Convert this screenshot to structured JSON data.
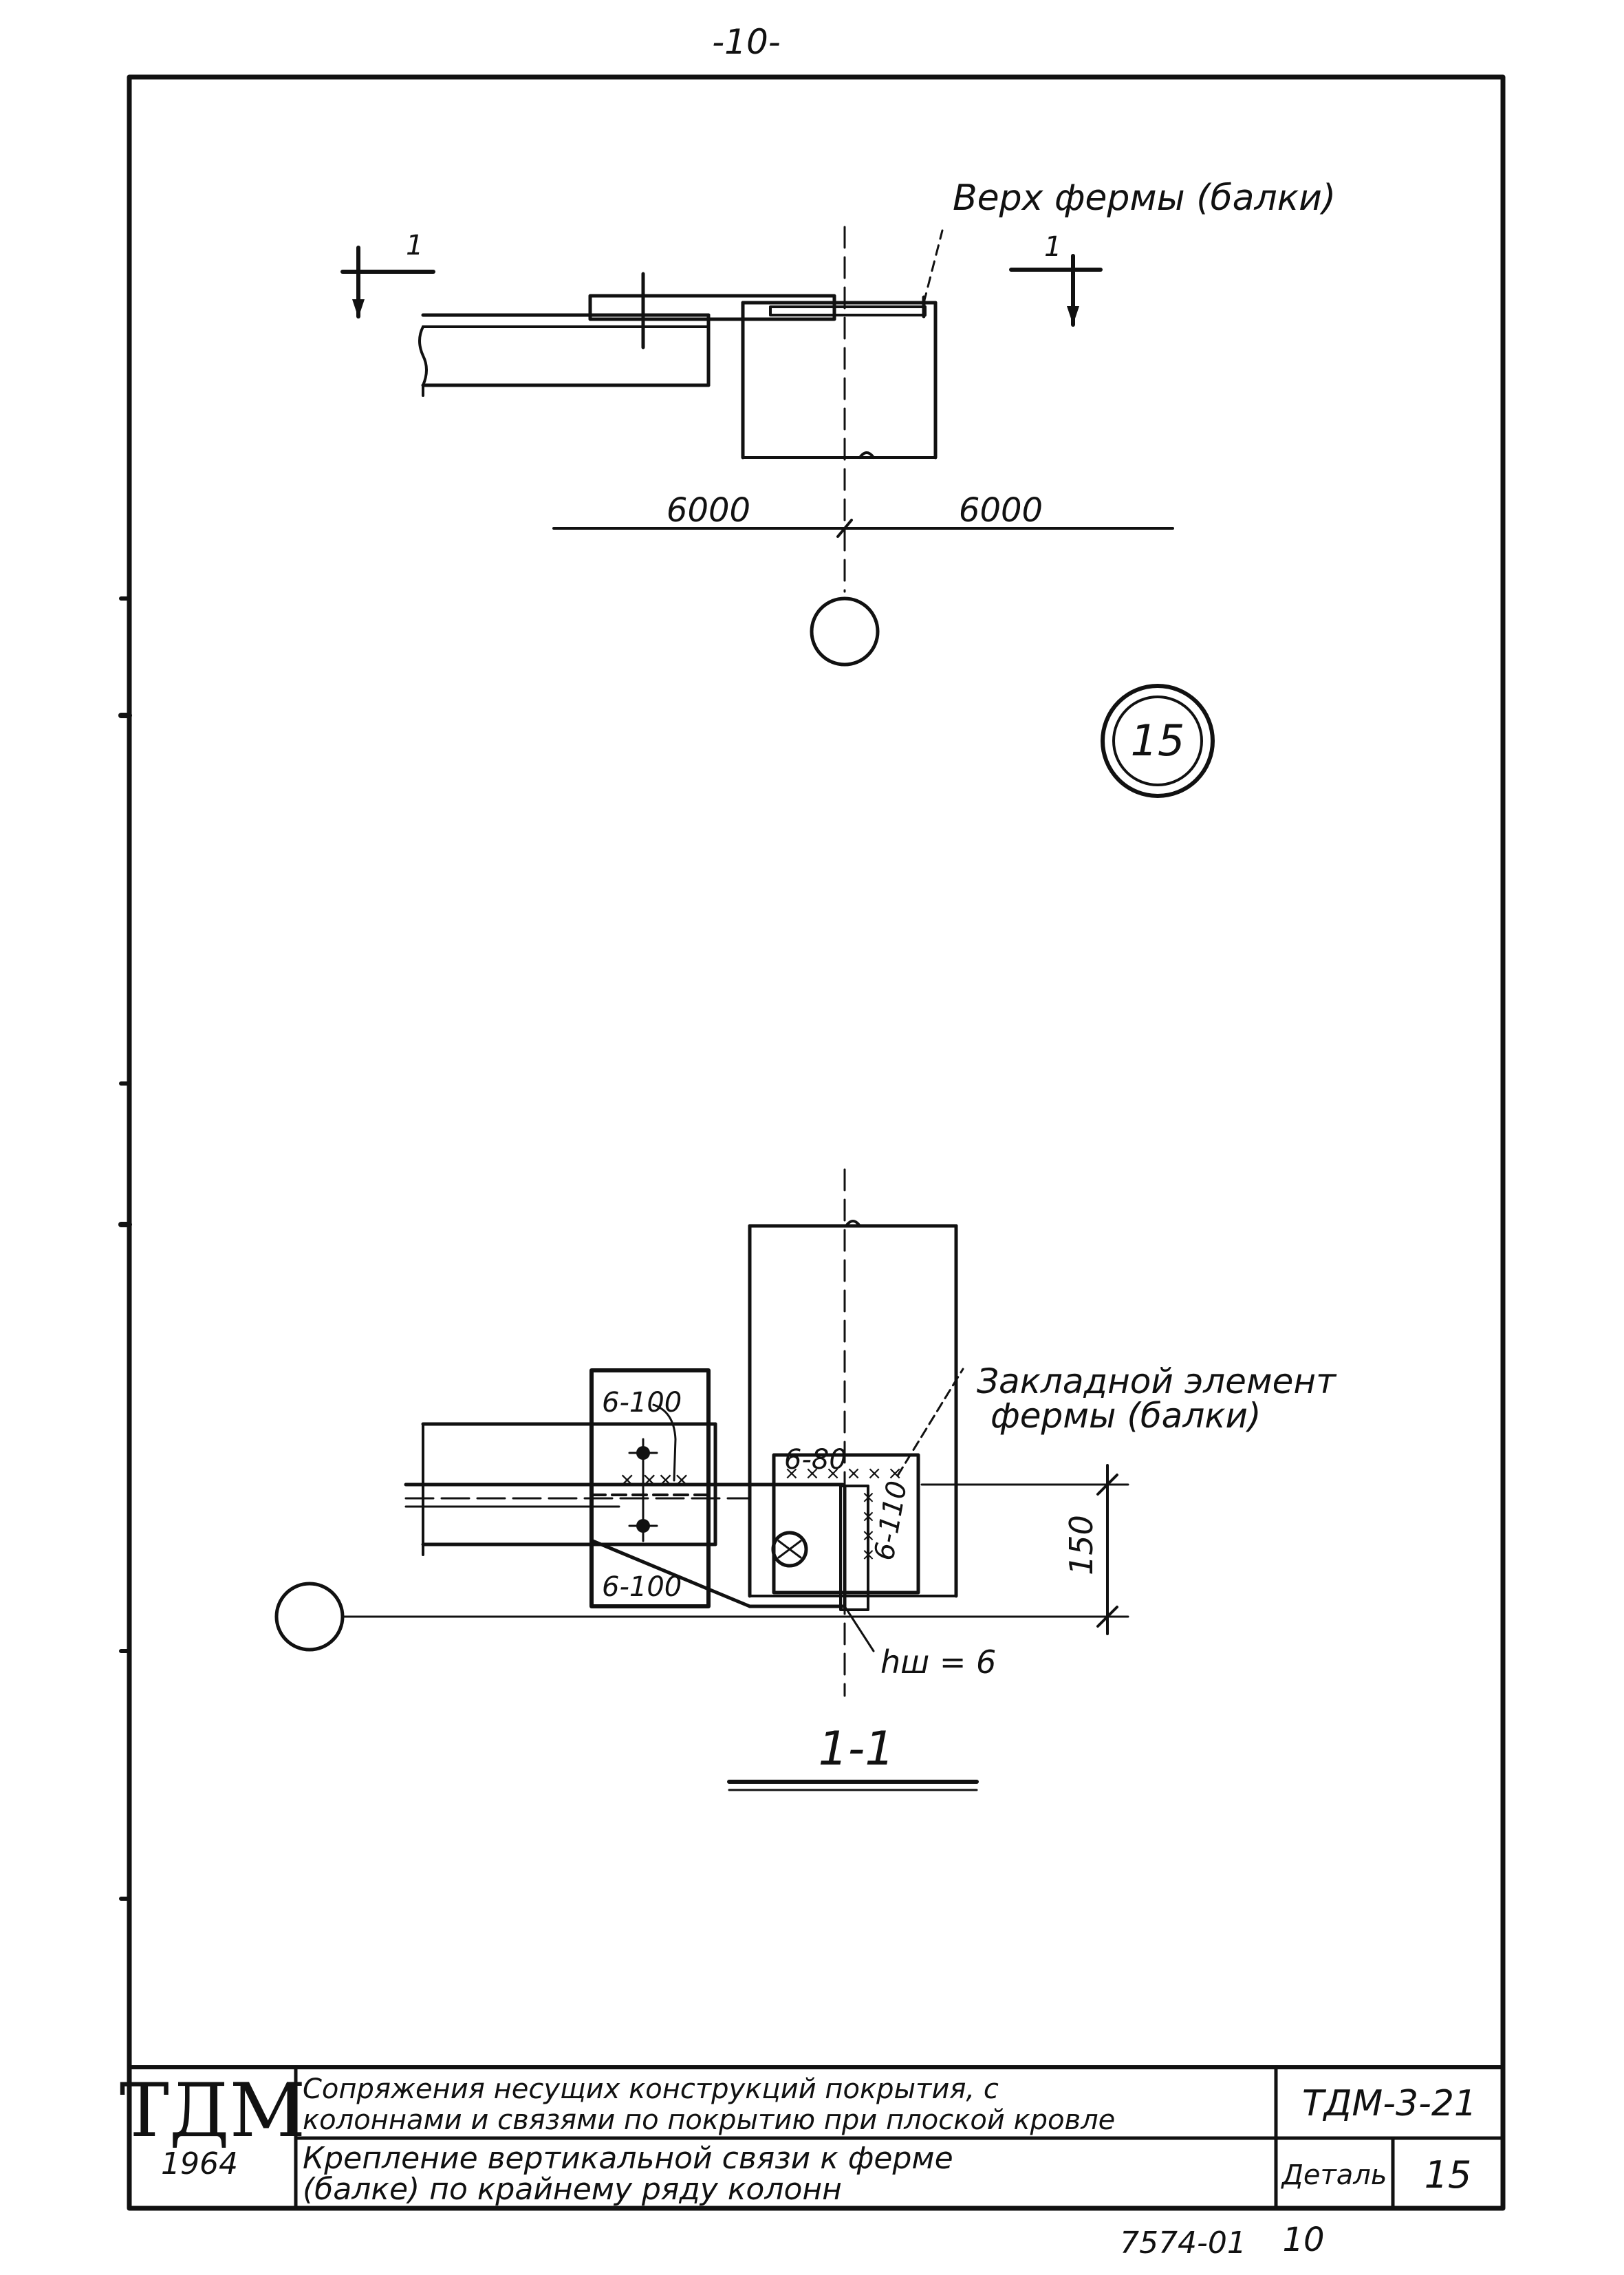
{
  "sheet": {
    "page_number": "-10-",
    "footer_code": "7574-01",
    "footer_page": "10"
  },
  "plan_view": {
    "annotation_top": "Верх фермы (балки)",
    "section_mark_left": "1",
    "section_mark_right": "1",
    "dimension_left": "6000",
    "dimension_right": "6000",
    "axis_bubble_label": ""
  },
  "detail_marker": {
    "number": "15"
  },
  "section_view": {
    "annotation_embed": "Закладной элемент фермы (балки)",
    "weld_upper_plate": "6-100",
    "weld_embed_top": "6-80",
    "weld_embed_side": "6-110",
    "weld_lower_plate": "6-100",
    "weld_leg": "hш = 6",
    "dimension_vertical": "150",
    "section_title": "1-1",
    "axis_bubble_label": ""
  },
  "title_block": {
    "logo": "ТДМ",
    "year": "1964",
    "main_title": "Сопряжения несущих конструкций покрытия, с колоннами и связями по покрытию при плоской кровле",
    "main_title_line1": "Сопряжения несущих конструкций покрытия, с",
    "main_title_line2": "колоннами и связями по покрытию при плоской кровле",
    "series_code": "ТДМ-3-21",
    "detail_title_line1": "Крепление вертикальной связи к ферме",
    "detail_title_line2": "(балке) по крайнему ряду колонн",
    "detail_label": "Деталь",
    "detail_number": "15"
  }
}
